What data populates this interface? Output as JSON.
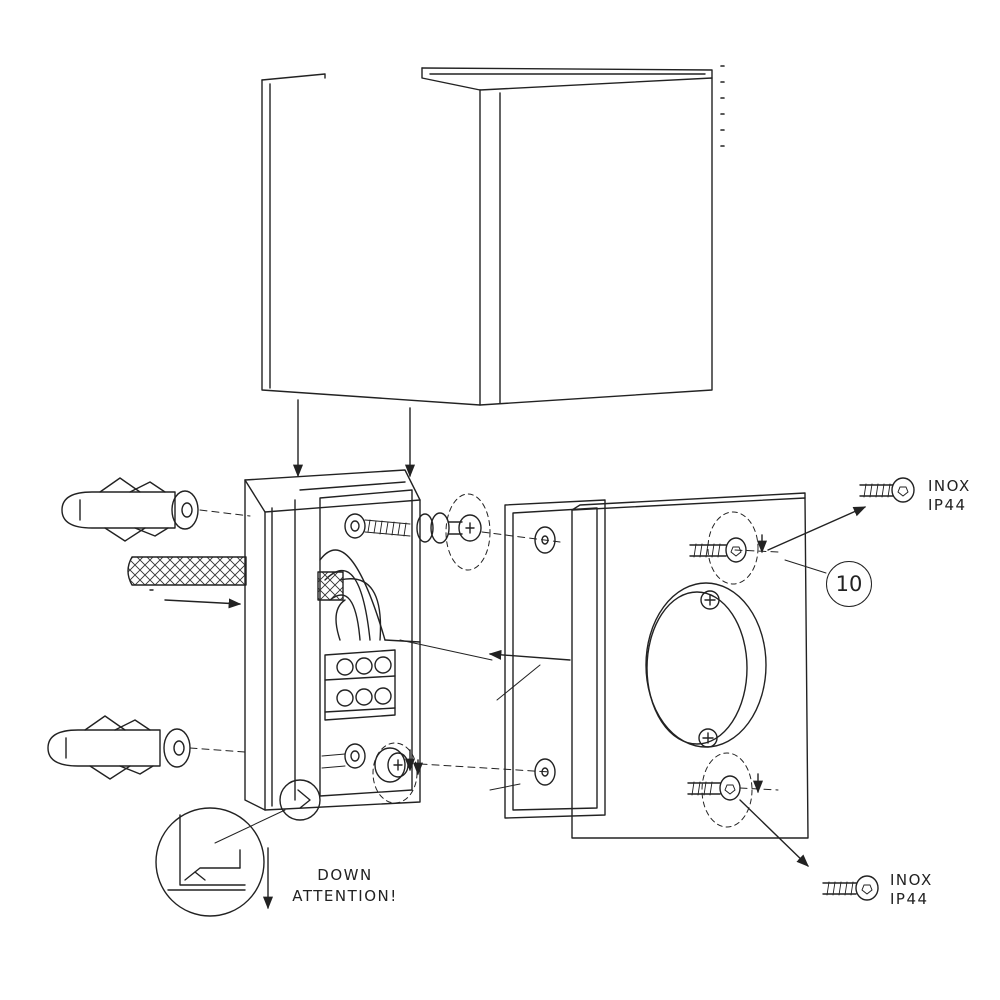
{
  "callouts": {
    "screw_top_material": "INOX",
    "screw_top_rating": "IP44",
    "screw_bottom_material": "INOX",
    "screw_bottom_rating": "IP44",
    "part_number": "10",
    "detail_line1": "DOWN",
    "detail_line2": "ATTENTION!"
  }
}
